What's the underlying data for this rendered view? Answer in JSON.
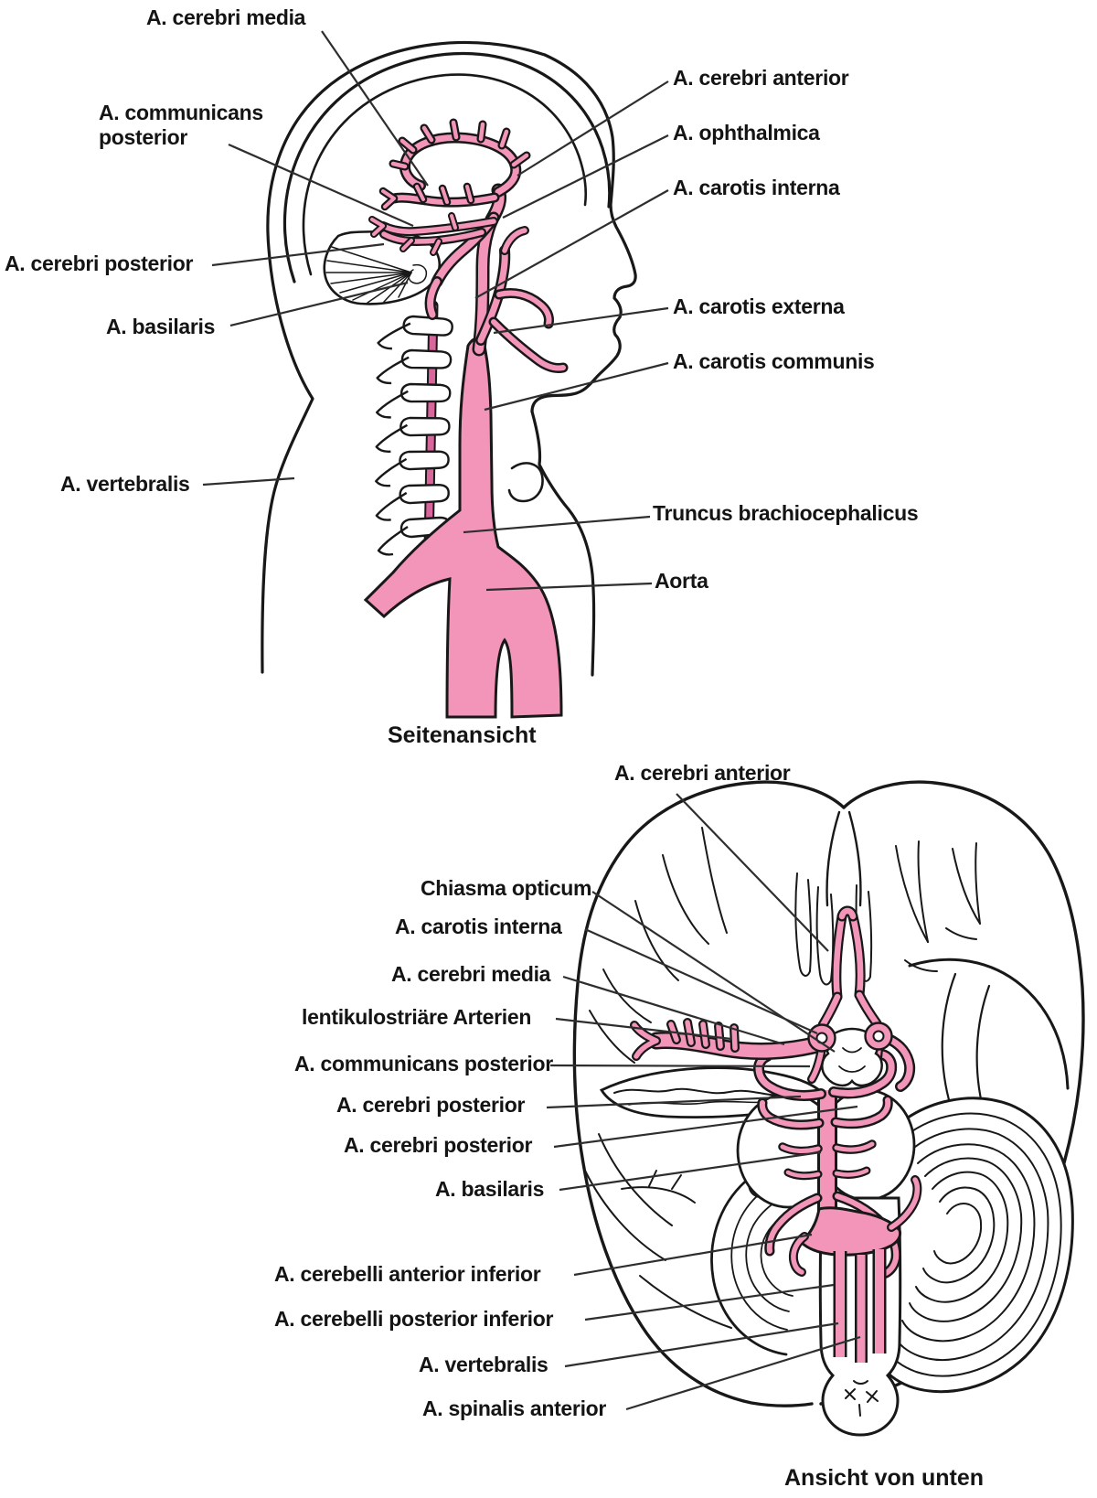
{
  "colors": {
    "artery_fill": "#f295b9",
    "artery_deep": "#d8659c",
    "ink": "#181818",
    "leader_line": "#2e2e2e",
    "text": "#141414",
    "background": "#ffffff"
  },
  "side_view": {
    "caption": "Seitenansicht",
    "labels": [
      {
        "id": "cerebri-media",
        "text": "A. cerebri media"
      },
      {
        "id": "communicans-posterior",
        "text": "A. communicans posterior"
      },
      {
        "id": "cerebri-posterior",
        "text": "A. cerebri posterior"
      },
      {
        "id": "basilaris",
        "text": "A. basilaris"
      },
      {
        "id": "vertebralis",
        "text": "A. vertebralis"
      },
      {
        "id": "cerebri-anterior",
        "text": "A. cerebri anterior"
      },
      {
        "id": "ophthalmica",
        "text": "A. ophthalmica"
      },
      {
        "id": "carotis-interna",
        "text": "A. carotis interna"
      },
      {
        "id": "carotis-externa",
        "text": "A. carotis externa"
      },
      {
        "id": "carotis-communis",
        "text": "A. carotis communis"
      },
      {
        "id": "truncus-brachiocephalicus",
        "text": "Truncus brachiocephalicus"
      },
      {
        "id": "aorta",
        "text": "Aorta"
      }
    ]
  },
  "bottom_view": {
    "caption": "Ansicht von unten",
    "labels": [
      {
        "id": "cerebri-anterior",
        "text": "A. cerebri anterior"
      },
      {
        "id": "chiasma-opticum",
        "text": "Chiasma opticum"
      },
      {
        "id": "carotis-interna",
        "text": "A. carotis interna"
      },
      {
        "id": "cerebri-media",
        "text": "A. cerebri media"
      },
      {
        "id": "lentikulostriaere-arterien",
        "text": "lentikulostriäre Arterien"
      },
      {
        "id": "communicans-posterior",
        "text": "A. communicans posterior"
      },
      {
        "id": "cerebri-posterior-1",
        "text": "A. cerebri posterior"
      },
      {
        "id": "cerebri-posterior-2",
        "text": "A. cerebri posterior"
      },
      {
        "id": "basilaris",
        "text": "A. basilaris"
      },
      {
        "id": "cerebelli-anterior-inferior",
        "text": "A. cerebelli anterior inferior"
      },
      {
        "id": "cerebelli-posterior-inferior",
        "text": "A. cerebelli posterior inferior"
      },
      {
        "id": "vertebralis",
        "text": "A. vertebralis"
      },
      {
        "id": "spinalis-anterior",
        "text": "A. spinalis anterior"
      }
    ]
  }
}
